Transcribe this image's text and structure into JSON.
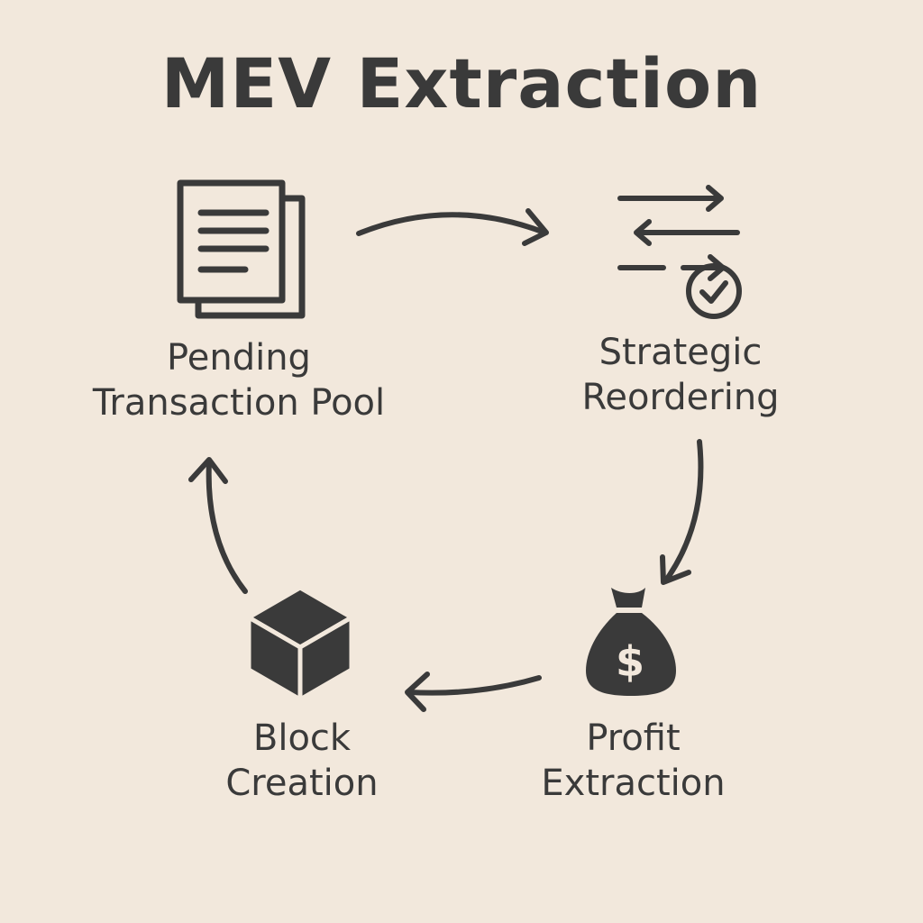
{
  "diagram": {
    "title": "MEV Extraction",
    "nodes": [
      {
        "id": "pending-pool",
        "icon": "document-stack-icon",
        "lines": [
          "Pending",
          "Transaction Pool"
        ]
      },
      {
        "id": "strategic-reordering",
        "icon": "reorder-arrows-check-icon",
        "lines": [
          "Strategic",
          "Reordering"
        ]
      },
      {
        "id": "profit-extraction",
        "icon": "money-bag-icon",
        "lines": [
          "Profit",
          "Extraction"
        ]
      },
      {
        "id": "block-creation",
        "icon": "cube-icon",
        "lines": [
          "Block",
          "Creation"
        ]
      }
    ],
    "flow": [
      {
        "from": "pending-pool",
        "to": "strategic-reordering"
      },
      {
        "from": "strategic-reordering",
        "to": "profit-extraction"
      },
      {
        "from": "profit-extraction",
        "to": "block-creation"
      },
      {
        "from": "block-creation",
        "to": "pending-pool"
      }
    ],
    "colors": {
      "background": "#f2e8dc",
      "ink": "#3a3a3a"
    }
  }
}
